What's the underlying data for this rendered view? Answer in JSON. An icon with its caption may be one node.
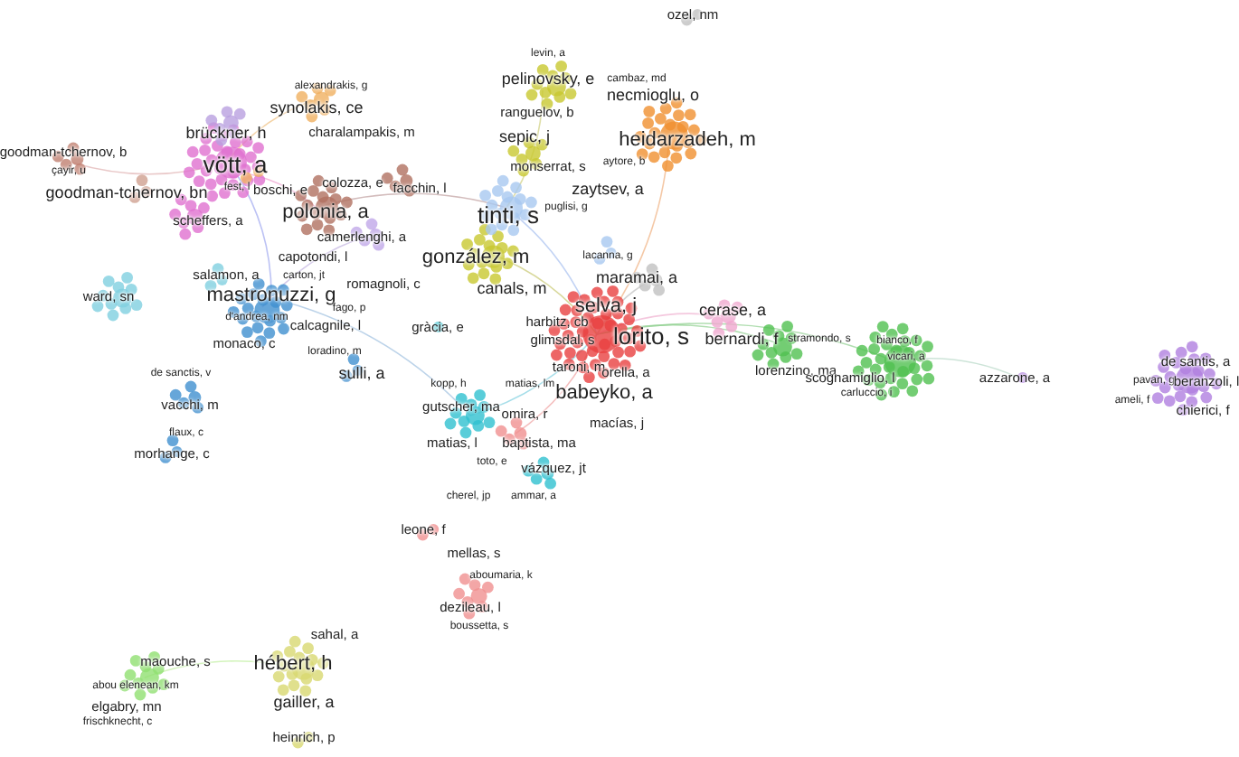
{
  "diagram": {
    "labels": [
      "ozel, nm",
      "levin, a",
      "pelinovsky, e",
      "alexandrakis, g",
      "cambaz, md",
      "synolakis, ce",
      "necmioglu, o",
      "ranguelov, b",
      "charalampakis, m",
      "brückner, h",
      "sepic, j",
      "heidarzadeh, m",
      "goodman-tchernov, b",
      "vött, a",
      "çayir, u",
      "aytore, b",
      "monserrat, s",
      "goodman-tchernov, bn",
      "fest, l",
      "boschi, e",
      "colozza, e",
      "facchin, l",
      "zaytsev, a",
      "puglisi, g",
      "scheffers, a",
      "polonia, a",
      "tinti, s",
      "camerlenghi, a",
      "capotondi, l",
      "lacanna, g",
      "gonzález, m",
      "salamon, a",
      "carton, jt",
      "maramai, a",
      "romagnoli, c",
      "canals, m",
      "mastronuzzi, g",
      "ward, sn",
      "selva, j",
      "cerase, a",
      "harbitz, cb",
      "fago, p",
      "d'andrea, nm",
      "gràcia, e",
      "calcagnile, l",
      "glimsdal, s",
      "lorito, s",
      "bernardi, f",
      "monaco, c",
      "stramondo, s",
      "bianco, f",
      "loradino, m",
      "vicari, a",
      "lorenzino, ma",
      "taroni, m",
      "orella, a",
      "scognamiglio, l",
      "sulli, a",
      "de santis, a",
      "pavan, g",
      "beranzoli, l",
      "azzarone, a",
      "de sanctis, v",
      "carluccio, i",
      "ameli, f",
      "chierici, f",
      "kopp, h",
      "matias, lm",
      "babeyko, a",
      "vacchi, m",
      "gutscher, ma",
      "omira, r",
      "macías, j",
      "matias, l",
      "baptista, ma",
      "flaux, c",
      "morhange, c",
      "toto, e",
      "vázquez, jt",
      "cherel, jp",
      "ammar, a",
      "leone, f",
      "mellas, s",
      "aboumaria, k",
      "dezileau, l",
      "boussetta, s",
      "sahal, a",
      "maouche, s",
      "hébert, h",
      "abou elenean, km",
      "elgabry, mn",
      "gailler, a",
      "frischknecht, c",
      "heinrich, p"
    ]
  }
}
